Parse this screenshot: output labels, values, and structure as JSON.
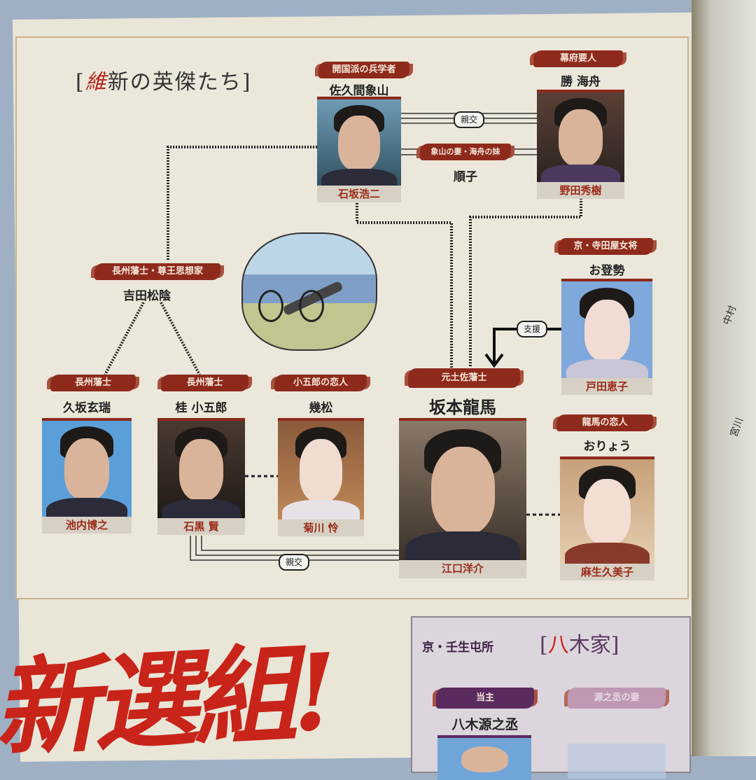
{
  "title": {
    "bracket_open": "[",
    "red_char": "維",
    "rest": "新の英傑たち",
    "bracket_close": "]"
  },
  "people": {
    "sakuma": {
      "role": "開国派の兵学者",
      "name": "佐久間象山",
      "actor": "石坂浩二"
    },
    "katsu": {
      "role": "幕府要人",
      "name": "勝 海舟",
      "actor": "野田秀樹"
    },
    "junko": {
      "role": "象山の妻・海舟の妹",
      "name": "順子"
    },
    "yoshida": {
      "role": "長州藩士・尊王思想家",
      "name": "吉田松陰"
    },
    "kusaka": {
      "role": "長州藩士",
      "name": "久坂玄瑞",
      "actor": "池内博之"
    },
    "katsura": {
      "role": "長州藩士",
      "name": "桂 小五郎",
      "actor": "石黒 賢"
    },
    "ikumatsu": {
      "role": "小五郎の恋人",
      "name": "幾松",
      "actor": "菊川 怜"
    },
    "ryoma": {
      "role": "元土佐藩士",
      "name": "坂本龍馬",
      "actor": "江口洋介"
    },
    "otose": {
      "role": "京・寺田屋女将",
      "name": "お登勢",
      "actor": "戸田恵子"
    },
    "oryo": {
      "role": "龍馬の恋人",
      "name": "おりょう",
      "actor": "麻生久美子"
    }
  },
  "relations": {
    "sakuma_katsu": "親交",
    "otose_ryoma": "支援",
    "katsura_ryoma": "親交"
  },
  "banner": "新選組!",
  "yagi": {
    "location": "京・壬生屯所",
    "title_red": "八",
    "title_rest": "木家",
    "host_role": "当主",
    "host_name": "八木源之丞",
    "wife_role": "源之丞の妻"
  },
  "next_page": {
    "names": [
      "中村",
      "宮川"
    ]
  },
  "colors": {
    "tag": "#8e2a1c",
    "actor_text": "#9b2a1a",
    "banner": "#c8241a",
    "yagi_tag": "#5b2a5e"
  }
}
